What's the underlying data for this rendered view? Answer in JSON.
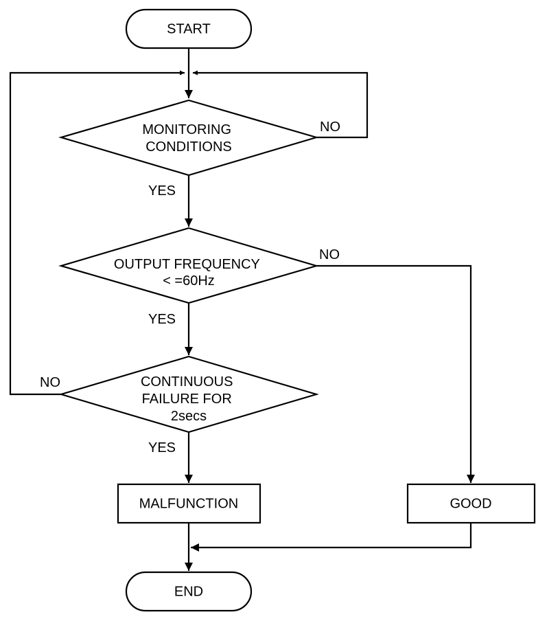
{
  "flowchart": {
    "start": "START",
    "end": "END",
    "decision_monitoring": [
      "MONITORING",
      "CONDITIONS"
    ],
    "decision_frequency": [
      "OUTPUT FREQUENCY",
      "< =60Hz"
    ],
    "decision_continuous": [
      "CONTINUOUS",
      "FAILURE FOR",
      "2secs"
    ],
    "malfunction": "MALFUNCTION",
    "good": "GOOD",
    "yes_label": "YES",
    "no_label": "NO"
  }
}
